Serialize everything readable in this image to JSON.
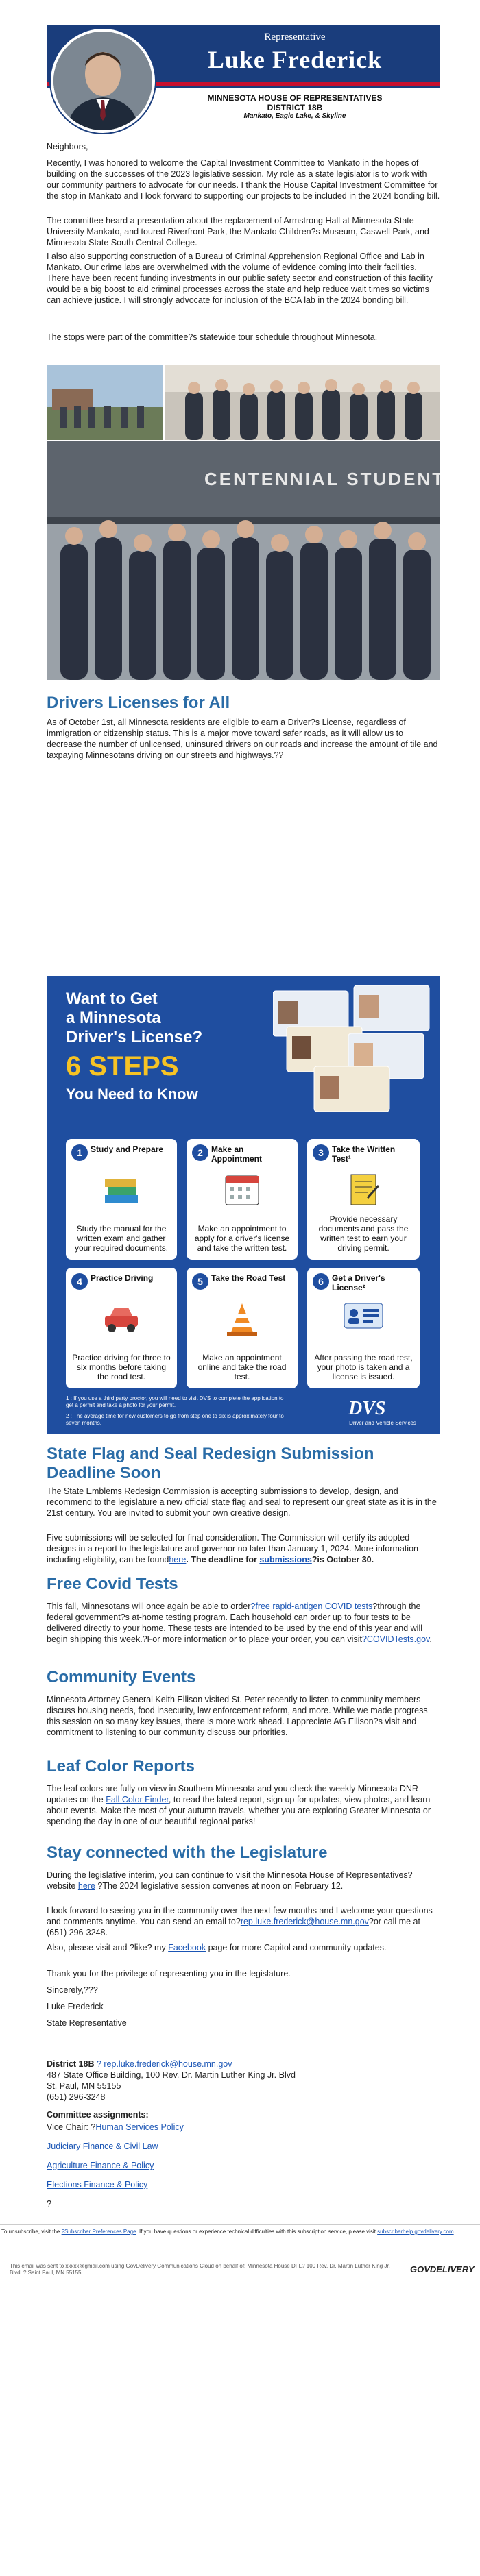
{
  "header": {
    "title_small": "Representative",
    "name": "Luke Frederick",
    "house_line1": "MINNESOTA HOUSE OF REPRESENTATIVES",
    "house_line2": "DISTRICT 18B",
    "cities": "Mankato, Eagle Lake, & Skyline"
  },
  "intro": {
    "greeting": "Neighbors,",
    "p1": "Recently, I was honored to welcome the Capital Investment Committee to Mankato in the hopes of building on the successes of the 2023 legislative session. My role as a state legislator is to work with our community partners to advocate for our needs. I thank the House Capital Investment Committee for the stop in Mankato and I look forward to supporting our projects to be included in the 2024 bonding bill.",
    "p2": "The committee heard a presentation about the replacement of Armstrong Hall at Minnesota State University Mankato, and toured Riverfront Park, the Mankato Children?s Museum, Caswell Park, and Minnesota State South Central College.",
    "p3": "I also also supporting construction of a Bureau of Criminal Apprehension Regional Office and Lab in Mankato. Our crime labs are overwhelmed with the volume of evidence coming into their facilities. There have been recent funding investments in our public safety sector and construction of this facility would be a big boost to aid criminal processes across the state and help reduce wait times so victims can achieve justice. I will strongly advocate for inclusion of the BCA lab in the 2024 bonding bill.",
    "p4": "The stops were part of the committee?s statewide tour schedule throughout Minnesota.",
    "photo_caption": "CENTENNIAL STUDENT UN"
  },
  "drivers": {
    "heading": "Drivers Licenses for All",
    "body": "As of October 1st, all Minnesota residents are eligible to earn a Driver?s License, regardless of immigration or citizenship status. This is a major move toward safer roads, as it will allow us to decrease the number of unlicensed, uninsured drivers on our roads and increase the amount of tile and taxpaying Minnesotans driving on our streets and highways.??"
  },
  "infographic": {
    "line1": "Want to Get",
    "line2": "a Minnesota",
    "line3": "Driver's License?",
    "steps_big": "6 STEPS",
    "steps_sub": "You Need to Know",
    "cards": [
      {
        "num": "1",
        "title": "Study and Prepare",
        "body": "Study the manual for the written exam and gather your required documents."
      },
      {
        "num": "2",
        "title": "Make an Appointment",
        "body": "Make an appointment to apply for a driver's license and take the written test."
      },
      {
        "num": "3",
        "title": "Take the Written Test¹",
        "body": "Provide necessary documents and pass the written test to earn your driving permit."
      },
      {
        "num": "4",
        "title": "Practice Driving",
        "body": "Practice driving for three to six months before taking the road test."
      },
      {
        "num": "5",
        "title": "Take the Road Test",
        "body": "Make an appointment online and take the road test."
      },
      {
        "num": "6",
        "title": "Get a Driver's License²",
        "body": "After passing the road test, your photo is taken and a license is issued."
      }
    ],
    "footnote1": "1 : If you use a third party proctor, you will need to visit DVS to complete the application to get a permit and take a photo for your permit.",
    "footnote2": "2 : The average time for new customers to go from step one to six is approximately four to seven months.",
    "logo_big": "DVS",
    "logo_small": "Driver and Vehicle Services"
  },
  "flag": {
    "heading": "State Flag and Seal Redesign Submission Deadline Soon",
    "p1": "The State Emblems Redesign Commission is accepting submissions to develop, design, and recommend to the legislature a new official state flag and seal to represent our great state as it is in the 21st century. You are invited to submit your own creative design.",
    "p2_a": "Five submissions will be selected for final consideration. The Commission will certify its adopted designs in a report to the legislature and governor no later than January 1, 2024. More information including eligibility, can be found",
    "p2_link1": "here",
    "p2_b": ". The deadline for",
    "p2_link2": "submissions",
    "p2_c": "?is October 30."
  },
  "covid": {
    "heading": "Free Covid Tests",
    "p_a": "This fall, Minnesotans will once again be able to order",
    "p_link1": "?free rapid-antigen COVID tests",
    "p_b": "?through the federal government?s at-home testing program. Each household can order up to four tests to be delivered directly to your home. These tests are intended to be used by the end of this year and will begin shipping this week.?For more information or to place your order, you can visit",
    "p_link2": "?COVIDTests.gov",
    "p_c": "."
  },
  "community": {
    "heading": "Community Events",
    "body": "Minnesota Attorney General Keith Ellison visited St. Peter recently to listen to community members discuss housing needs, food insecurity, law enforcement reform, and more. While we made progress this session on so many key issues, there is more work ahead. I appreciate AG Ellison?s visit and commitment to listening to our community discuss our priorities."
  },
  "leaf": {
    "heading": "Leaf Color Reports",
    "p_a": "The leaf colors are fully on view in Southern Minnesota and you check the weekly Minnesota DNR updates on the",
    "p_link": "Fall Color Finder",
    "p_b": ", to read the latest report, sign up for updates, view photos, and learn about events. Make the most of your autumn travels, whether you are exploring Greater Minnesota or spending the day in one of our beautiful regional parks!"
  },
  "stay": {
    "heading": "Stay connected with the Legislature",
    "p1_a": "During the legislative interim, you can continue to visit the Minnesota House of Representatives? website",
    "p1_link": "here",
    "p1_b": "?The 2024 legislative session convenes at noon on February 12.",
    "p2_a": "I look forward to seeing you in the community over the next few months and I welcome your questions and comments anytime. You can send an email to?",
    "p2_link": "rep.luke.frederick@house.mn.gov",
    "p2_b": "?or call me at (651) 296-3248.",
    "p3_a": "Also, please visit and ?like? my",
    "p3_link": "Facebook",
    "p3_b": "page for more Capitol and community updates.",
    "p4": "Thank you for the privilege of representing you in the legislature.",
    "sign1": "Sincerely,???",
    "sign2": "Luke Frederick",
    "sign3": "State Representative"
  },
  "contact": {
    "district_label": "District 18B",
    "district_link": "? rep.luke.frederick@house.mn.gov",
    "address1": "487 State Office Building, 100 Rev. Dr. Martin Luther King Jr. Blvd",
    "address2": "St. Paul, MN 55155",
    "phone": "(651) 296-3248",
    "committees_label": "Committee assignments:",
    "vice_chair_label": "Vice Chair: ?",
    "vice_chair_link": "Human Services Policy",
    "committees": [
      "Judiciary Finance & Civil Law",
      "Agriculture Finance & Policy",
      "Elections Finance & Policy"
    ],
    "trailing": "?"
  },
  "footer": {
    "unsub_a": "To unsubscribe, visit the",
    "unsub_link1": "?Subscriber Preferences Page",
    "unsub_b": ". If you have questions or experience technical difficulties with this subscription service, please visit",
    "unsub_link2": "subscriberhelp.govdelivery.com",
    "unsub_c": ".",
    "sent": "This email was sent to xxxxx@gmail.com using GovDelivery Communications Cloud on behalf of: Minnesota House DFL? 100 Rev. Dr. Martin Luther King Jr. Blvd. ? Saint Paul, MN 55155",
    "logo": "GOVDELIVERY"
  }
}
